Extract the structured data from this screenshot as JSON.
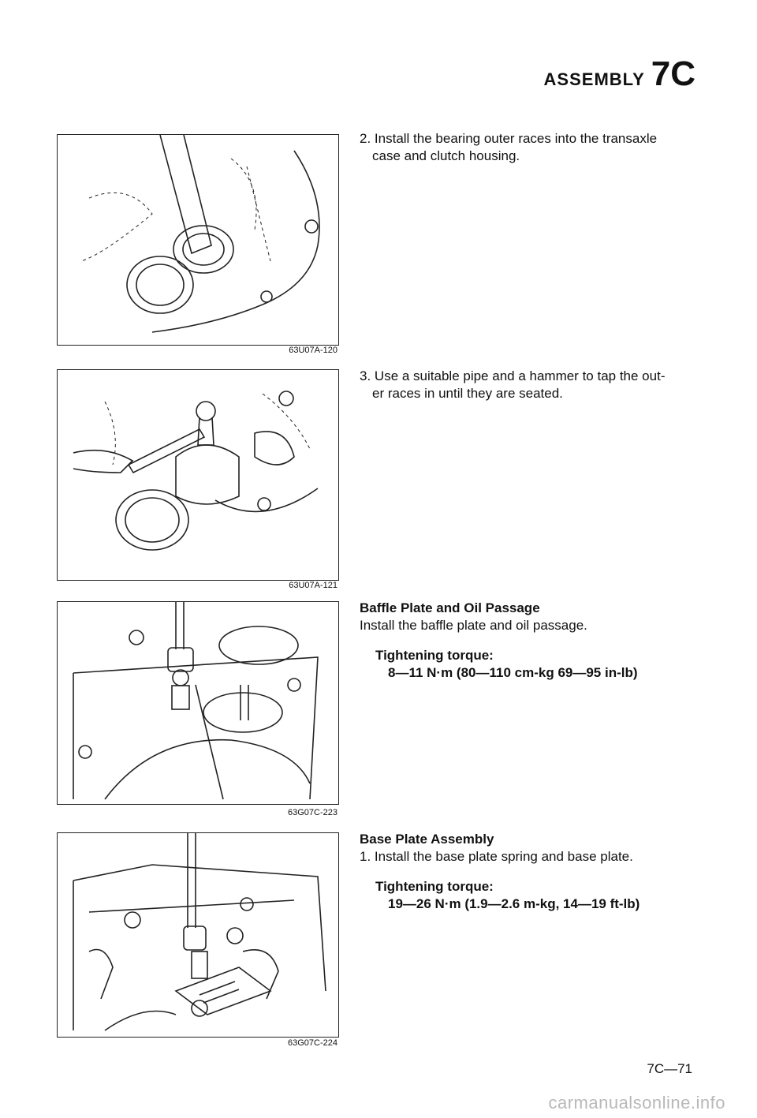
{
  "header": {
    "word": "ASSEMBLY",
    "section": "7C"
  },
  "figures": [
    {
      "code": "63U07A-120"
    },
    {
      "code": "63U07A-121"
    },
    {
      "code": "63G07C-223"
    },
    {
      "code": "63G07C-224"
    }
  ],
  "steps": {
    "step2": {
      "num": "2.",
      "line1": "Install the bearing outer races into the transaxle",
      "line2": "case and clutch housing."
    },
    "step3": {
      "num": "3.",
      "line1": "Use a suitable pipe and a hammer to tap the out-",
      "line2": "er races in until they are seated."
    }
  },
  "baffle": {
    "heading": "Baffle Plate and Oil Passage",
    "body": "Install the baffle plate and oil passage.",
    "torque_label": "Tightening torque:",
    "torque_value": "8—11 N·m (80—110 cm-kg 69—95 in-lb)"
  },
  "base": {
    "heading": "Base Plate Assembly",
    "body": "1. Install the base plate spring and base plate.",
    "torque_label": "Tightening torque:",
    "torque_value": "19—26 N·m (1.9—2.6 m-kg, 14—19 ft-lb)"
  },
  "footer": {
    "page": "7C—71",
    "watermark": "carmanualsonline.info"
  }
}
